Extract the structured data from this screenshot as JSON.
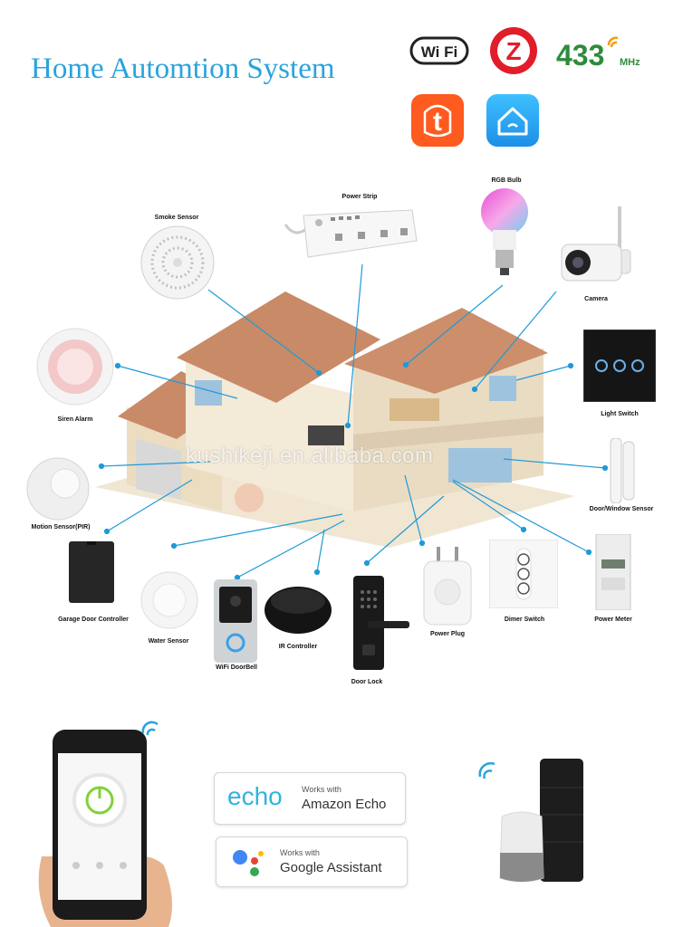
{
  "title": "Home Automtion System",
  "logos": {
    "wifi_text": "Wi Fi",
    "zigbee_letter": "Z",
    "rf_number": "433",
    "rf_unit": "MHz",
    "tuya_letter": "t"
  },
  "watermark": "kushikeji.en.alibaba.com",
  "devices": {
    "smoke_sensor": "Smoke Sensor",
    "power_strip": "Power Strip",
    "rgb_bulb": "RGB Bulb",
    "camera": "Camera",
    "siren_alarm": "Siren Alarm",
    "light_switch": "Light Switch",
    "motion_sensor": "Motion Sensor(PIR)",
    "door_window_sensor": "Door/Window Sensor",
    "garage_door_controller": "Garage Door Controller",
    "water_sensor": "Water Sensor",
    "wifi_doorbell": "WiFi DoorBell",
    "ir_controller": "IR Controller",
    "door_lock": "Door Lock",
    "power_plug": "Power Plug",
    "dimer_switch": "Dimer Switch",
    "power_meter": "Power Meter"
  },
  "echo_badge": {
    "logo": "echo",
    "works_with": "Works with",
    "name": "Amazon Echo"
  },
  "ga_badge": {
    "works_with": "Works with",
    "name": "Google Assistant"
  },
  "colors": {
    "title": "#2aa3dc",
    "connector": "#1f9ad6",
    "roof": "#c98a68",
    "wall": "#f3ead8",
    "accent_green": "#2e8b3a"
  }
}
